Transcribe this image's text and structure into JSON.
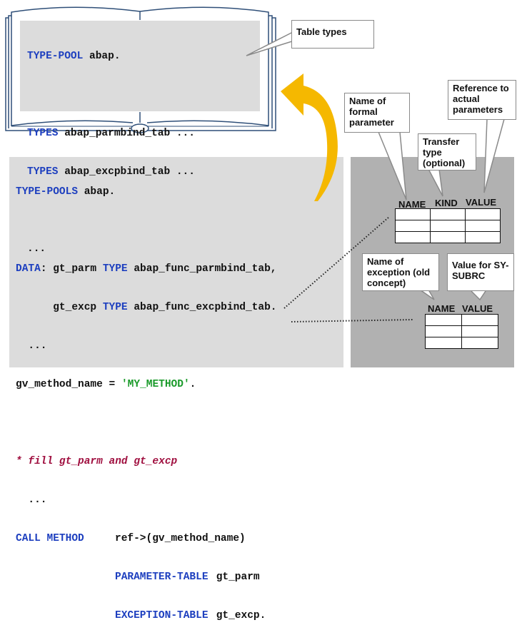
{
  "book": {
    "lines": [
      {
        "kw": "TYPE-POOL",
        "rest": " abap."
      },
      {
        "kw": "",
        "rest": ""
      },
      {
        "kw": "TYPES",
        "rest": " abap_parmbind_tab ..."
      },
      {
        "kw": "TYPES",
        "rest": " abap_excpbind_tab ..."
      },
      {
        "kw": "",
        "rest": ""
      },
      {
        "kw": "",
        "rest": "..."
      }
    ]
  },
  "callouts": {
    "table_types": "Table types",
    "name_formal": "Name of formal parameter",
    "transfer_type": "Transfer type (optional)",
    "reference_actual": "Reference to actual parameters",
    "name_exception": "Name of exception (old concept)",
    "value_subrc": "Value for SY-SUBRC"
  },
  "code": {
    "l1_kw": "TYPE-POOLS",
    "l1_rest": " abap.",
    "l3_kw": "DATA",
    "l3_a": ": gt_parm ",
    "l3_type": "TYPE",
    "l3_b": " abap_func_parmbind_tab,",
    "l4_a": "      gt_excp ",
    "l4_type": "TYPE",
    "l4_b": " abap_func_excpbind_tab.",
    "l5": "  ...",
    "l6_a": "gv_method_name = ",
    "l6_str": "'MY_METHOD'",
    "l6_b": ".",
    "l8_cmt": "* fill gt_parm and gt_excp",
    "l9": "  ...",
    "l10_kw": "CALL METHOD",
    "l10_rest": "ref->(gv_method_name)",
    "l11_kw": "PARAMETER-TABLE",
    "l11_rest": " gt_parm",
    "l12_kw": "EXCEPTION-TABLE",
    "l12_rest": " gt_excp."
  },
  "parm_table": {
    "headers": [
      "NAME",
      "KIND",
      "VALUE"
    ],
    "rows": 3
  },
  "excp_table": {
    "headers": [
      "NAME",
      "VALUE"
    ],
    "rows": 3
  },
  "colors": {
    "keyword": "#1d3fbf",
    "string": "#1a9a2a",
    "comment": "#a01040",
    "arrow": "#f5b800",
    "book_line": "#2f4f78"
  }
}
